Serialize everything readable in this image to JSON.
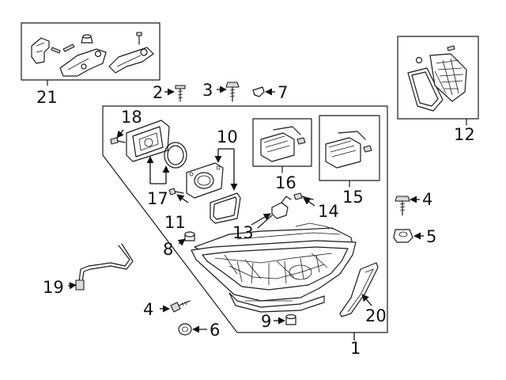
{
  "diagram": {
    "callouts": {
      "c1": "1",
      "c2": "2",
      "c3": "3",
      "c4a": "4",
      "c4b": "4",
      "c5": "5",
      "c6": "6",
      "c7": "7",
      "c8": "8",
      "c9": "9",
      "c10": "10",
      "c11": "11",
      "c12": "12",
      "c13": "13",
      "c14": "14",
      "c15": "15",
      "c16": "16",
      "c17": "17",
      "c18": "18",
      "c19": "19",
      "c20": "20",
      "c21": "21"
    }
  }
}
